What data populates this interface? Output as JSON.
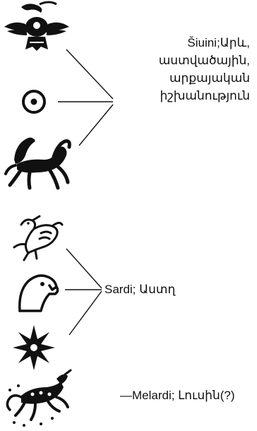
{
  "groups": [
    {
      "id": "siuini",
      "label_lines": [
        "Šiuini;Արև,",
        "աստվածային,",
        "արքայական",
        "իշխանություն"
      ]
    },
    {
      "id": "sardi",
      "label": "Sardi; Աստղ"
    },
    {
      "id": "melardi",
      "label": "—Melardi; Լուսին(?)"
    }
  ],
  "symbols": [
    {
      "name": "winged-sun-disc-icon",
      "group": "siuini"
    },
    {
      "name": "sun-circle-icon",
      "group": "siuini"
    },
    {
      "name": "winged-horse-icon",
      "group": "siuini"
    },
    {
      "name": "bird-griffin-icon",
      "group": "sardi"
    },
    {
      "name": "eagle-head-icon",
      "group": "sardi"
    },
    {
      "name": "eight-pointed-star-icon",
      "group": "sardi"
    },
    {
      "name": "lion-beast-icon",
      "group": "melardi"
    }
  ],
  "colors": {
    "ink": "#111111",
    "background": "#ffffff"
  }
}
